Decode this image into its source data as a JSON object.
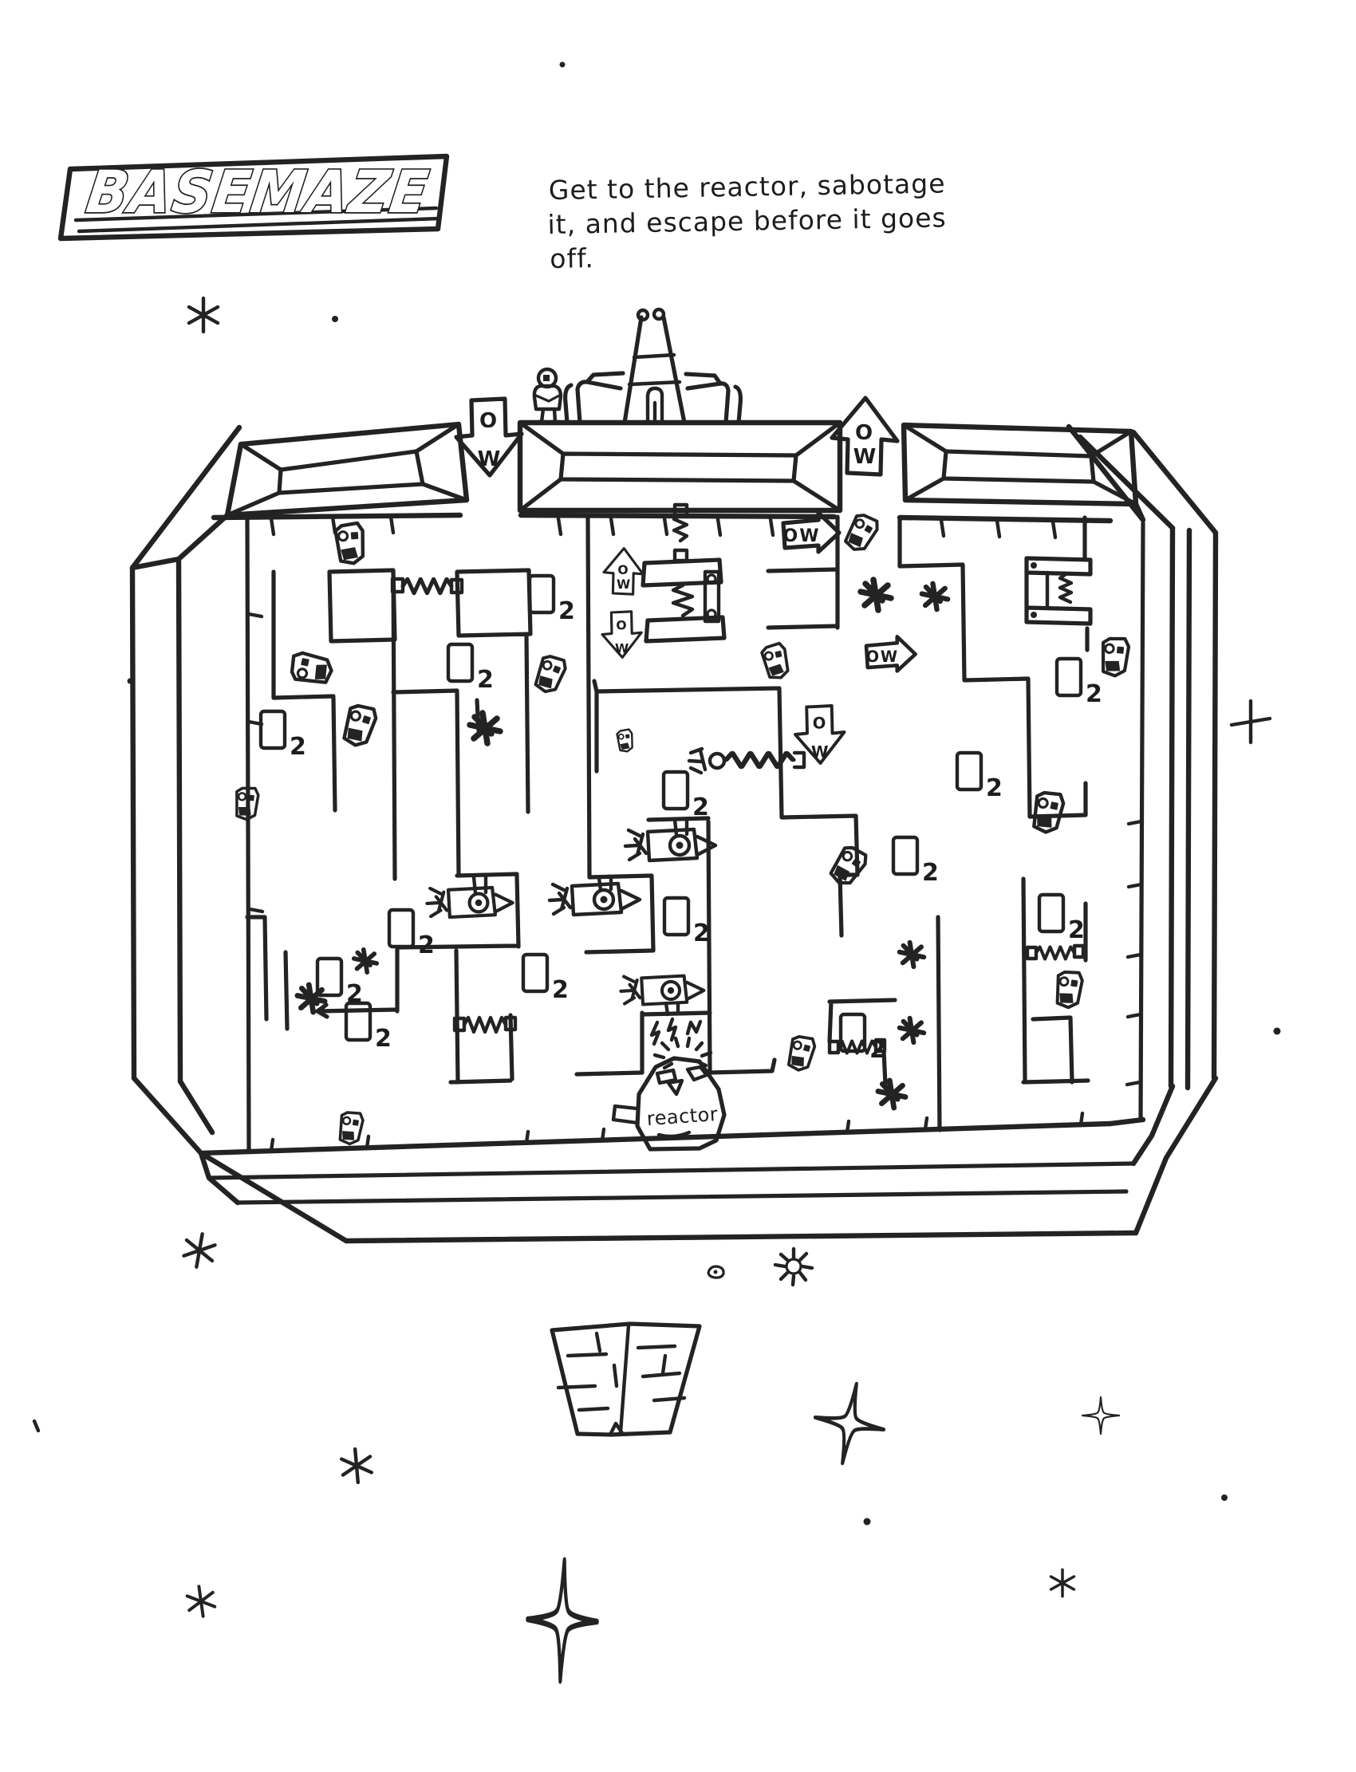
{
  "logo": {
    "text": "BASEMAZE"
  },
  "instructions": {
    "lines": [
      "Get to the reactor, sabotage",
      "it, and escape before it goes",
      "off."
    ]
  },
  "labels": {
    "one_way": "OW",
    "one_way_letters": [
      "O",
      "W"
    ],
    "door_number": "2",
    "reactor": "reactor"
  },
  "palette": {
    "paper": "#ffffff",
    "ink": "#232323"
  },
  "icons": {
    "ship-icon": "landed spacecraft parked on the base roof",
    "astronaut-icon": "spacesuited explorer beside the ship",
    "one-way-arrow-icon": "block arrow marked OW (one-way passage)",
    "door-icon": "doorway slab marked 2",
    "robot-icon": "boxy patrol robot",
    "turret-icon": "mounted cannon with muzzle flash",
    "spring-icon": "coiled spring connecting walls",
    "press-icon": "spring-loaded crusher hanging below the roof",
    "clamp-icon": "spring clamp mechanism",
    "hazard-star-icon": "spiky hazard burst",
    "reactor-icon": "domed reactor with sparks",
    "asteroid-icon": "cracked asteroid chunk",
    "sparkle-icon": "background star"
  }
}
